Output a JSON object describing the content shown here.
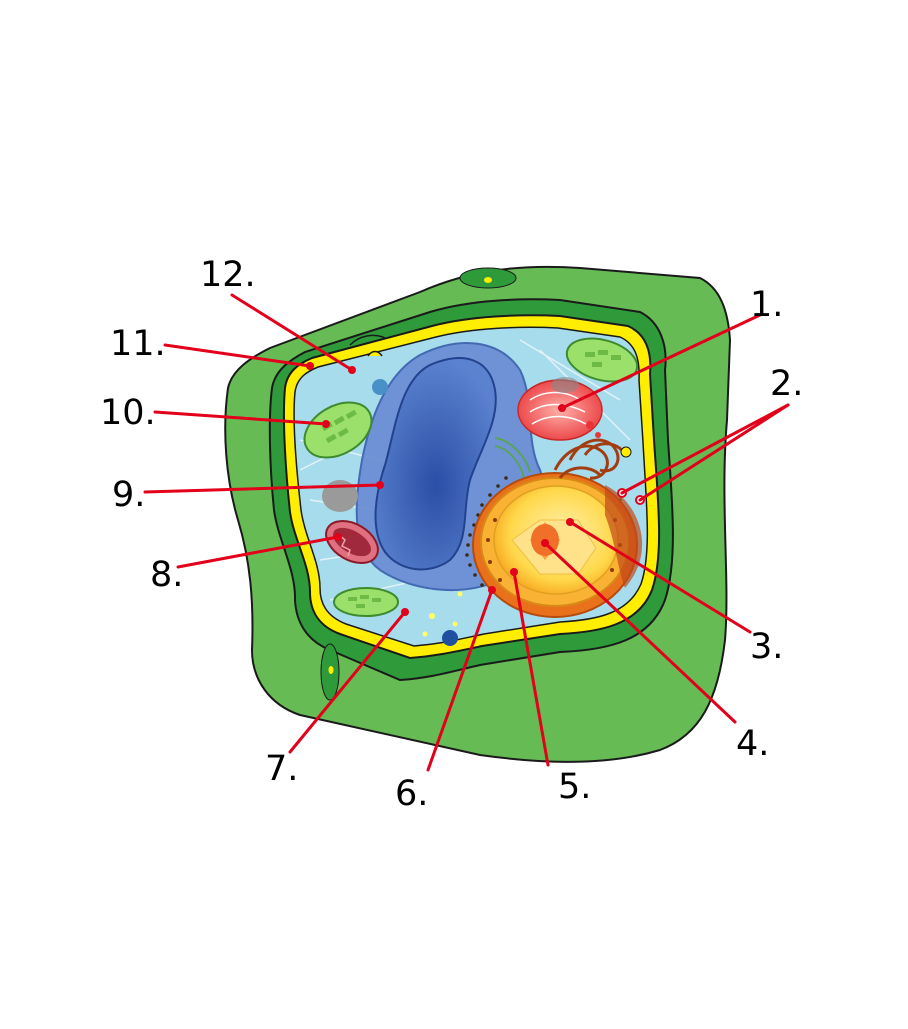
{
  "labels": {
    "l1": "1.",
    "l2": "2.",
    "l3": "3.",
    "l4": "4.",
    "l5": "5.",
    "l6": "6.",
    "l7": "7.",
    "l8": "8.",
    "l9": "9.",
    "l10": "10.",
    "l11": "11.",
    "l12": "12."
  },
  "colors": {
    "cell_wall": "#66bb55",
    "cell_wall_dark": "#2e9a3a",
    "membrane": "#ffee00",
    "cytoplasm": "#a6dcec",
    "vacuole": "#3a5fb8",
    "leader_lines": "#e3001b",
    "nucleus": "#f9b233",
    "golgi": "#ef6b6b",
    "chloroplast": "#9ae06a",
    "mitochondrion": "#c0394b"
  }
}
